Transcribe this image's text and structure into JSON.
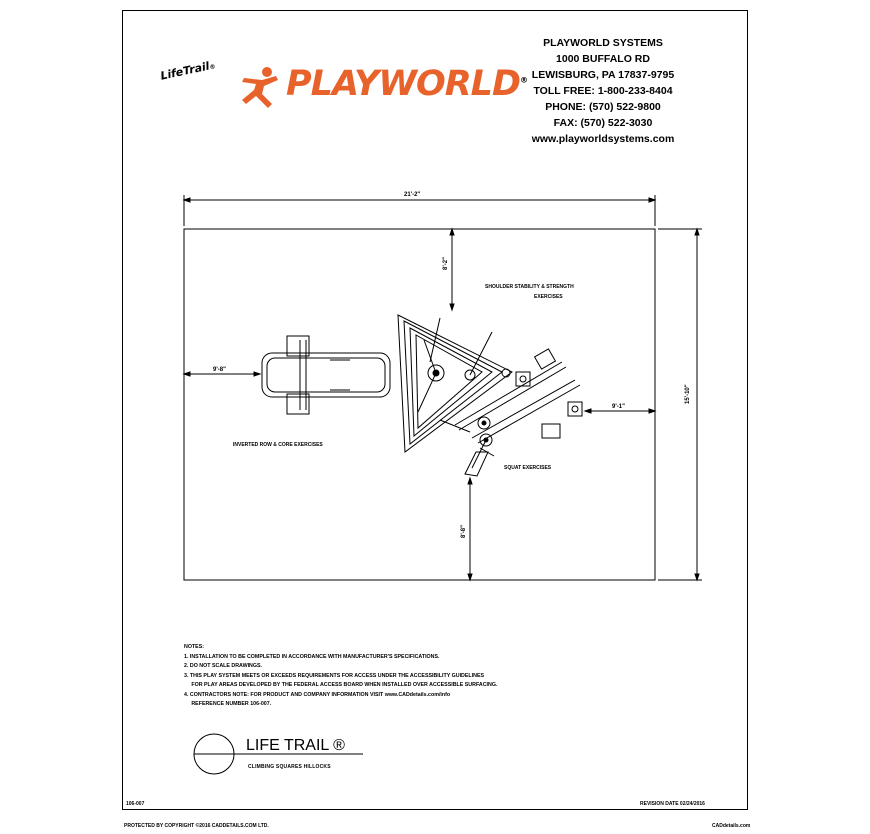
{
  "logo": {
    "lifetrail": "LifeTrail",
    "reg_small": "®",
    "brand": "PLAYWORLD",
    "brand_reg": "®"
  },
  "company": {
    "lines": [
      "PLAYWORLD SYSTEMS",
      "1000 BUFFALO RD",
      "LEWISBURG, PA 17837-9795",
      "TOLL FREE: 1-800-233-8404",
      "PHONE: (570) 522-9800",
      "FAX: (570) 522-3030",
      "www.playworldsystems.com"
    ]
  },
  "drawing": {
    "dim_overall_width": "21'-2\"",
    "dim_overall_height": "15'-10\"",
    "dim_top": "8'-2\"",
    "dim_left": "9'-8\"",
    "dim_right": "9'-1\"",
    "dim_bottom": "8'-8\"",
    "label_shoulder": [
      "SHOULDER STABILITY & STRENGTH",
      "EXERCISES"
    ],
    "label_inverted_row": "INVERTED ROW & CORE EXERCISES",
    "label_squat": "SQUAT EXERCISES"
  },
  "notes": {
    "heading": "NOTES:",
    "lines": [
      "1.  INSTALLATION TO BE COMPLETED IN ACCORDANCE WITH MANUFACTURER'S SPECIFICATIONS.",
      "2.  DO NOT SCALE DRAWINGS.",
      "3.  THIS PLAY SYSTEM MEETS OR EXCEEDS REQUIREMENTS FOR ACCESS UNDER THE ACCESSIBILITY GUIDELINES",
      "     FOR PLAY AREAS DEVELOPED BY THE FEDERAL ACCESS BOARD WHEN INSTALLED OVER ACCESSIBLE SURFACING.",
      "4.  CONTRACTORS NOTE: FOR PRODUCT AND COMPANY INFORMATION VISIT www.CADdetails.com/info",
      "     REFERENCE NUMBER 106-007."
    ]
  },
  "title_block": {
    "title": "LIFE TRAIL ®",
    "subtitle": "CLIMBING SQUARES HILLOCKS"
  },
  "footer": {
    "ref": "106-007",
    "revision": "REVISION DATE 02/24/2016",
    "copyright": "PROTECTED BY COPYRIGHT ©2016 CADDETAILS.COM LTD.",
    "site": "CADdetails.com"
  },
  "colors": {
    "brand_orange": "#e8632b",
    "line": "#000000"
  }
}
